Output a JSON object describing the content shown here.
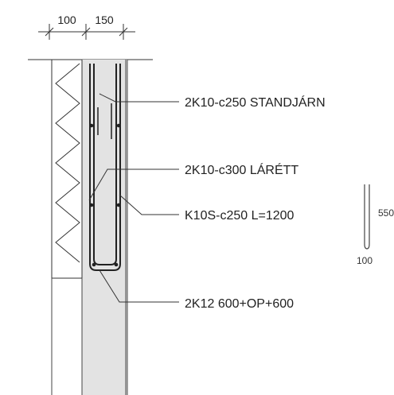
{
  "dimensions": {
    "top_left": "100",
    "top_right": "150",
    "detail_height": "550",
    "detail_width": "100"
  },
  "labels": {
    "standjarn": "2K10-c250 STANDJÁRN",
    "larett": "2K10-c300 LÁRÉTT",
    "k10s": "K10S-c250 L=1200",
    "k12": "2K12 600+OP+600"
  },
  "colors": {
    "line": "#3a3a3a",
    "concrete_fill": "#e3e3e3",
    "rebar": "#222222"
  }
}
